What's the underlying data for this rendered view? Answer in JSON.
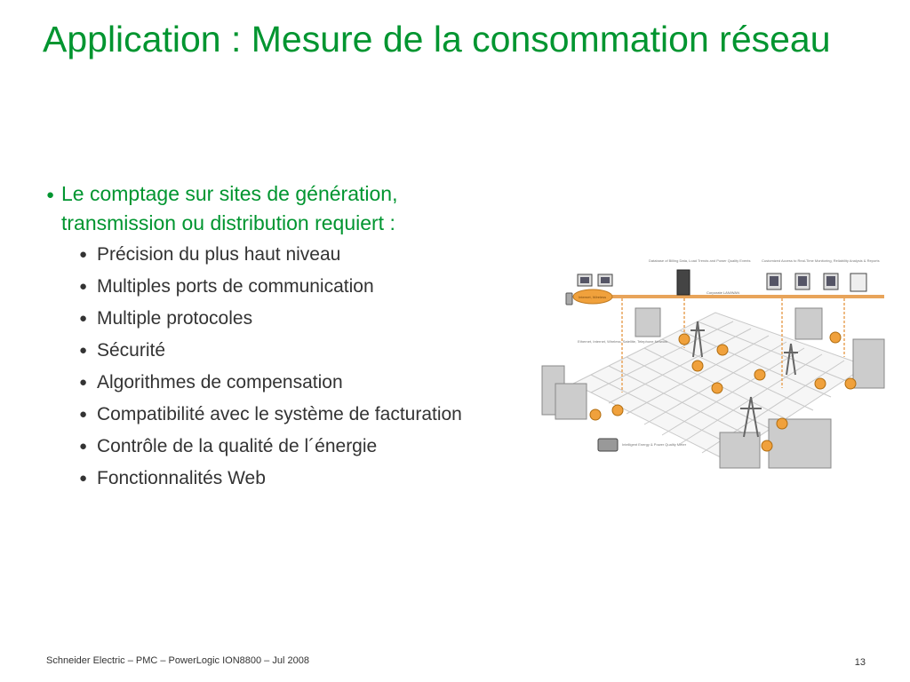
{
  "slide": {
    "title": "Application : Mesure de la consommation réseau",
    "intro": "Le comptage sur sites de génération, transmission ou distribution requiert :",
    "items": [
      "Précision du plus haut niveau",
      "Multiples ports de communication",
      "Multiple protocoles",
      "Sécurité",
      "Algorithmes de compensation",
      "Compatibilité avec le système de facturation",
      "Contrôle de la qualité de l´énergie",
      "Fonctionnalités Web"
    ]
  },
  "illustration": {
    "label_database": "Database of Billing Data, Load Trends and Power Quality Events",
    "label_customized": "Customized Access to Real-Time Monitoring, Reliability Analysis & Reports",
    "label_lan": "Corporate LAN/WAN",
    "label_network": "Ethernet, Internet, Wireless, Satellite, Telephone Network",
    "label_meter": "Intelligent Energy & Power Quality Meter",
    "label_cloud": "Internet, Wireless"
  },
  "footer": {
    "text": "Schneider Electric – PMC – PowerLogic ION8800 – Jul 2008",
    "page": "13"
  },
  "colors": {
    "title": "#009530",
    "accent_line": "#e8a45a",
    "meter_node": "#f0a13c"
  }
}
